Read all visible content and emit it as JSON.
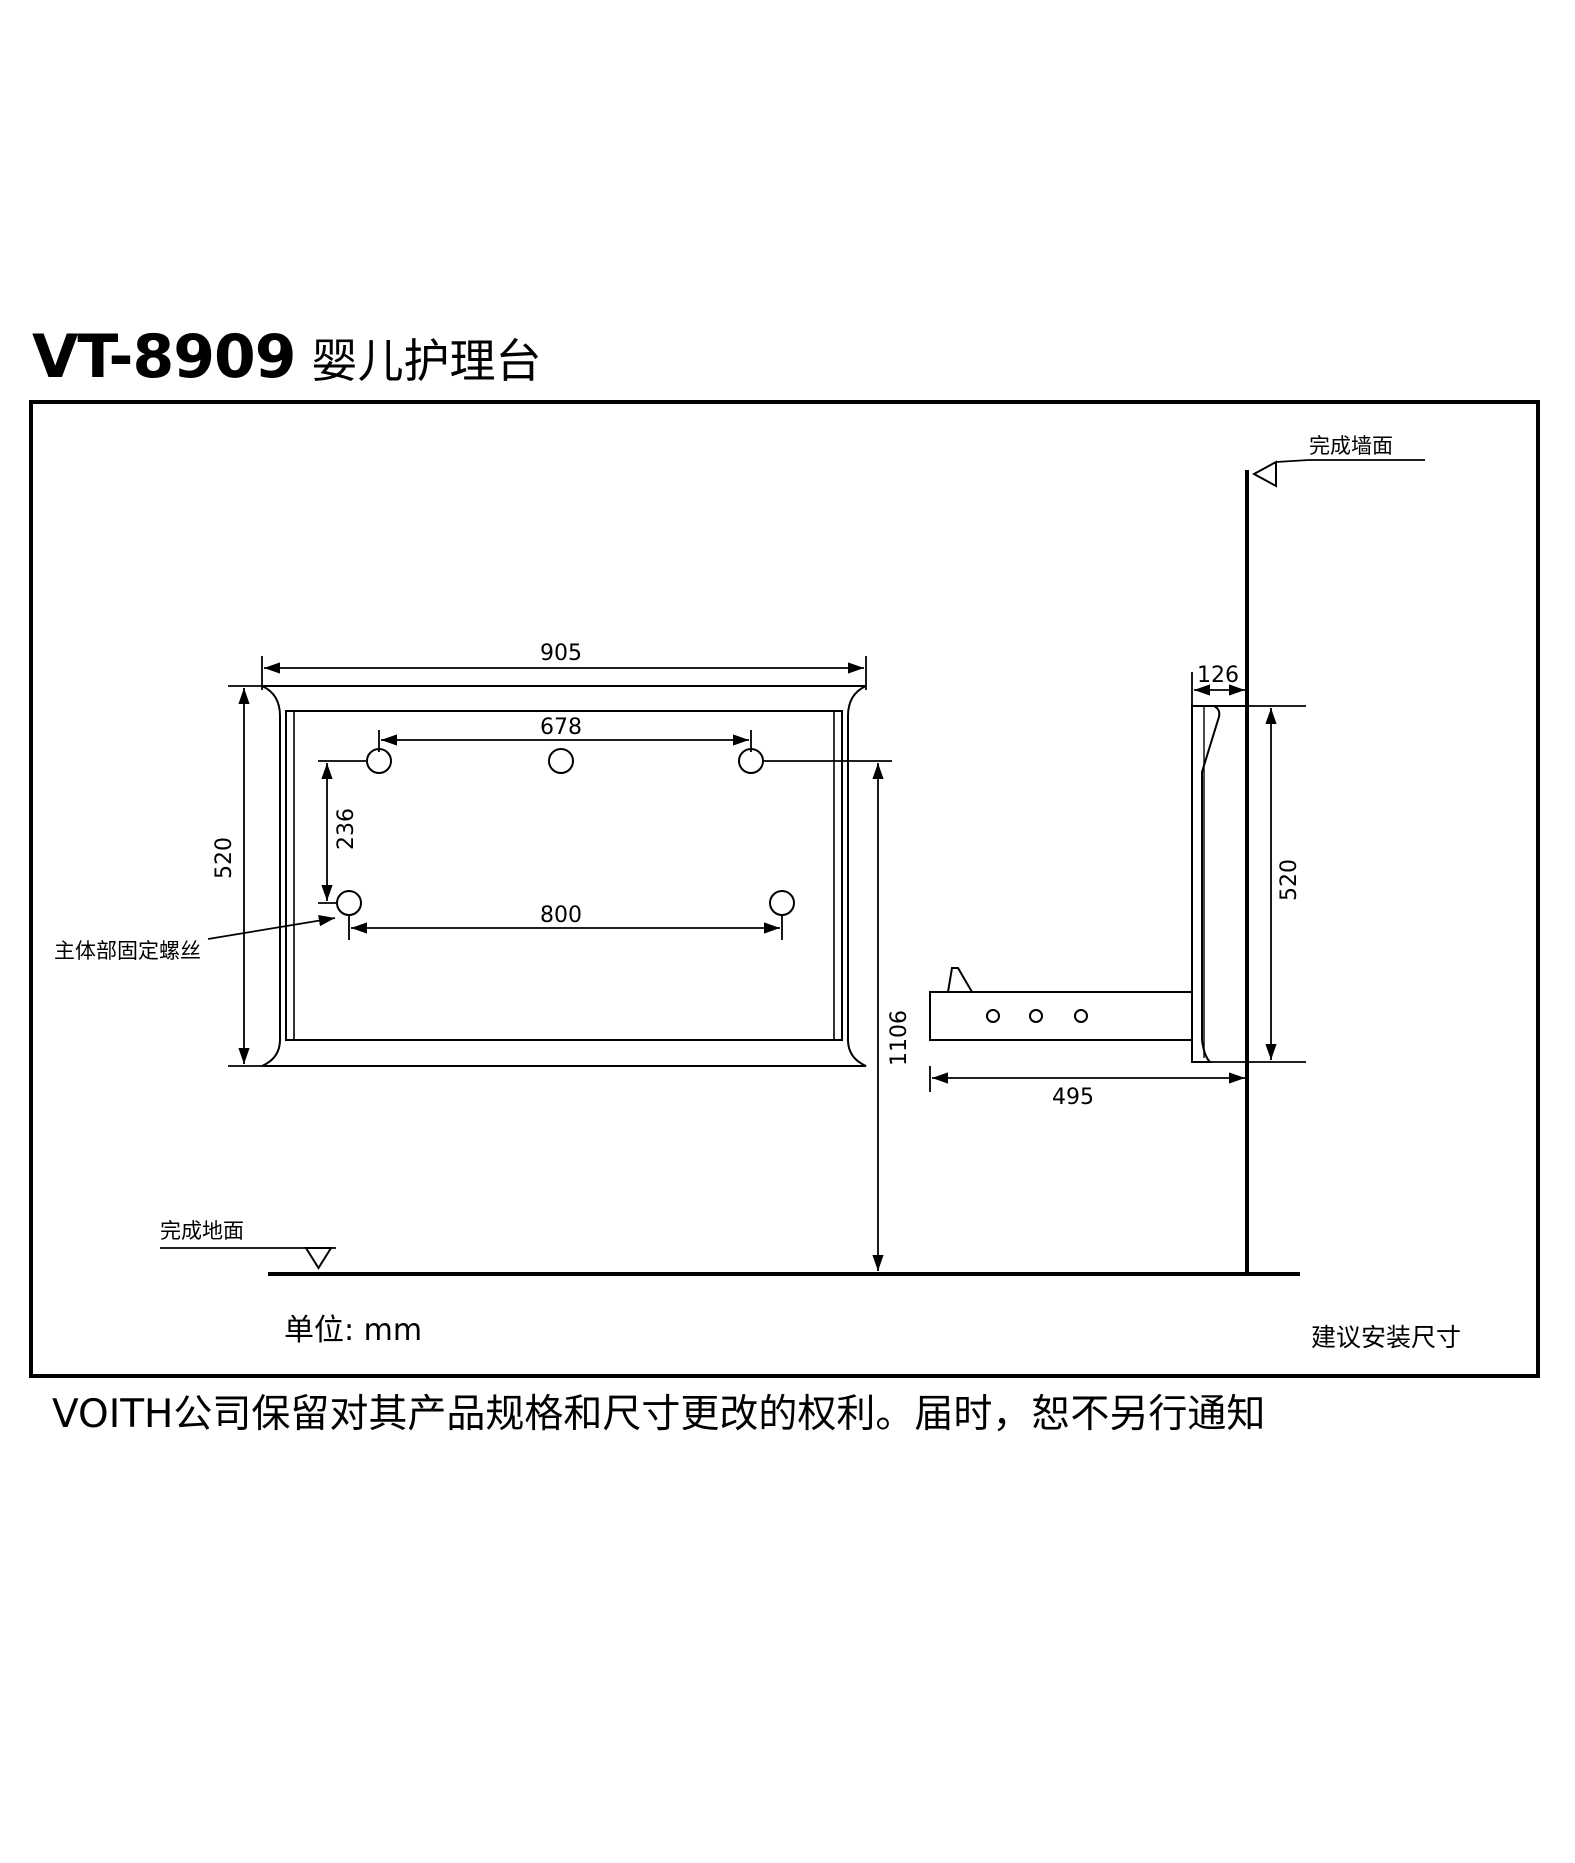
{
  "title": {
    "model": "VT-8909",
    "name": "婴儿护理台"
  },
  "labels": {
    "finished_wall": "完成墙面",
    "finished_floor": "完成地面",
    "main_body_screw": "主体部固定螺丝",
    "unit": "单位: mm",
    "recommended_install": "建议安装尺寸"
  },
  "dimensions": {
    "width_total": "905",
    "hole_span_top": "678",
    "hole_span_bottom": "800",
    "hole_vertical": "236",
    "height_front": "520",
    "height_side": "520",
    "install_height": "1106",
    "depth_folded": "126",
    "depth_open": "495"
  },
  "footer": {
    "note": "VOITH公司保留对其产品规格和尺寸更改的权利。届时，恕不另行通知"
  }
}
